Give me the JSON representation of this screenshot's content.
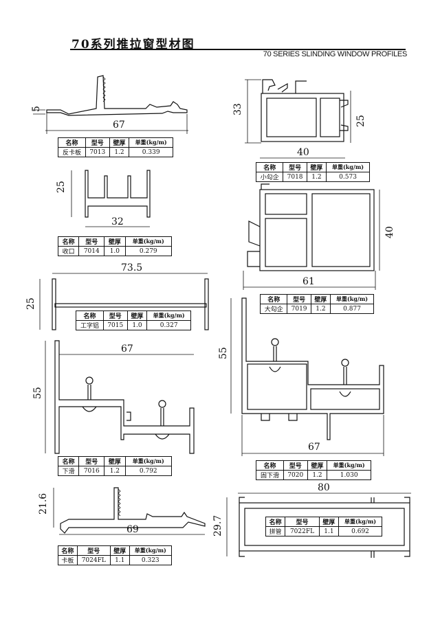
{
  "header": {
    "title": "70系列推拉窗型材图",
    "subtitle": "70 SERIES SLINDING WINDOW PROFILES"
  },
  "table_headers": {
    "name": "名称",
    "model": "型号",
    "wall": "壁厚",
    "weight": "单重(kg/m)"
  },
  "profiles": [
    {
      "id": "p7013",
      "name": "反卡板",
      "model": "7013",
      "wall": "1.2",
      "weight": "0.339",
      "dims": [
        "5",
        "67"
      ]
    },
    {
      "id": "p7018",
      "name": "小勾企",
      "model": "7018",
      "wall": "1.2",
      "weight": "0.573",
      "dims": [
        "33",
        "25",
        "40"
      ]
    },
    {
      "id": "p7014",
      "name": "收口",
      "model": "7014",
      "wall": "1.0",
      "weight": "0.279",
      "dims": [
        "25",
        "32"
      ]
    },
    {
      "id": "p7019",
      "name": "大勾企",
      "model": "7019",
      "wall": "1.2",
      "weight": "0.877",
      "dims": [
        "40",
        "61"
      ]
    },
    {
      "id": "p7015",
      "name": "工字铝",
      "model": "7015",
      "wall": "1.0",
      "weight": "0.327",
      "dims": [
        "73.5",
        "25"
      ]
    },
    {
      "id": "p7016",
      "name": "下滑",
      "model": "7016",
      "wall": "1.2",
      "weight": "0.792",
      "dims": [
        "67",
        "55"
      ]
    },
    {
      "id": "p7020",
      "name": "固下滑",
      "model": "7020",
      "wall": "1.2",
      "weight": "1.030",
      "dims": [
        "55",
        "67"
      ]
    },
    {
      "id": "p7024",
      "name": "卡板",
      "model": "7024FL",
      "wall": "1.1",
      "weight": "0.323",
      "dims": [
        "21.6",
        "69"
      ]
    },
    {
      "id": "p7022",
      "name": "拼管",
      "model": "7022FL",
      "wall": "1.1",
      "weight": "0.692",
      "dims": [
        "80",
        "29.7"
      ]
    }
  ]
}
